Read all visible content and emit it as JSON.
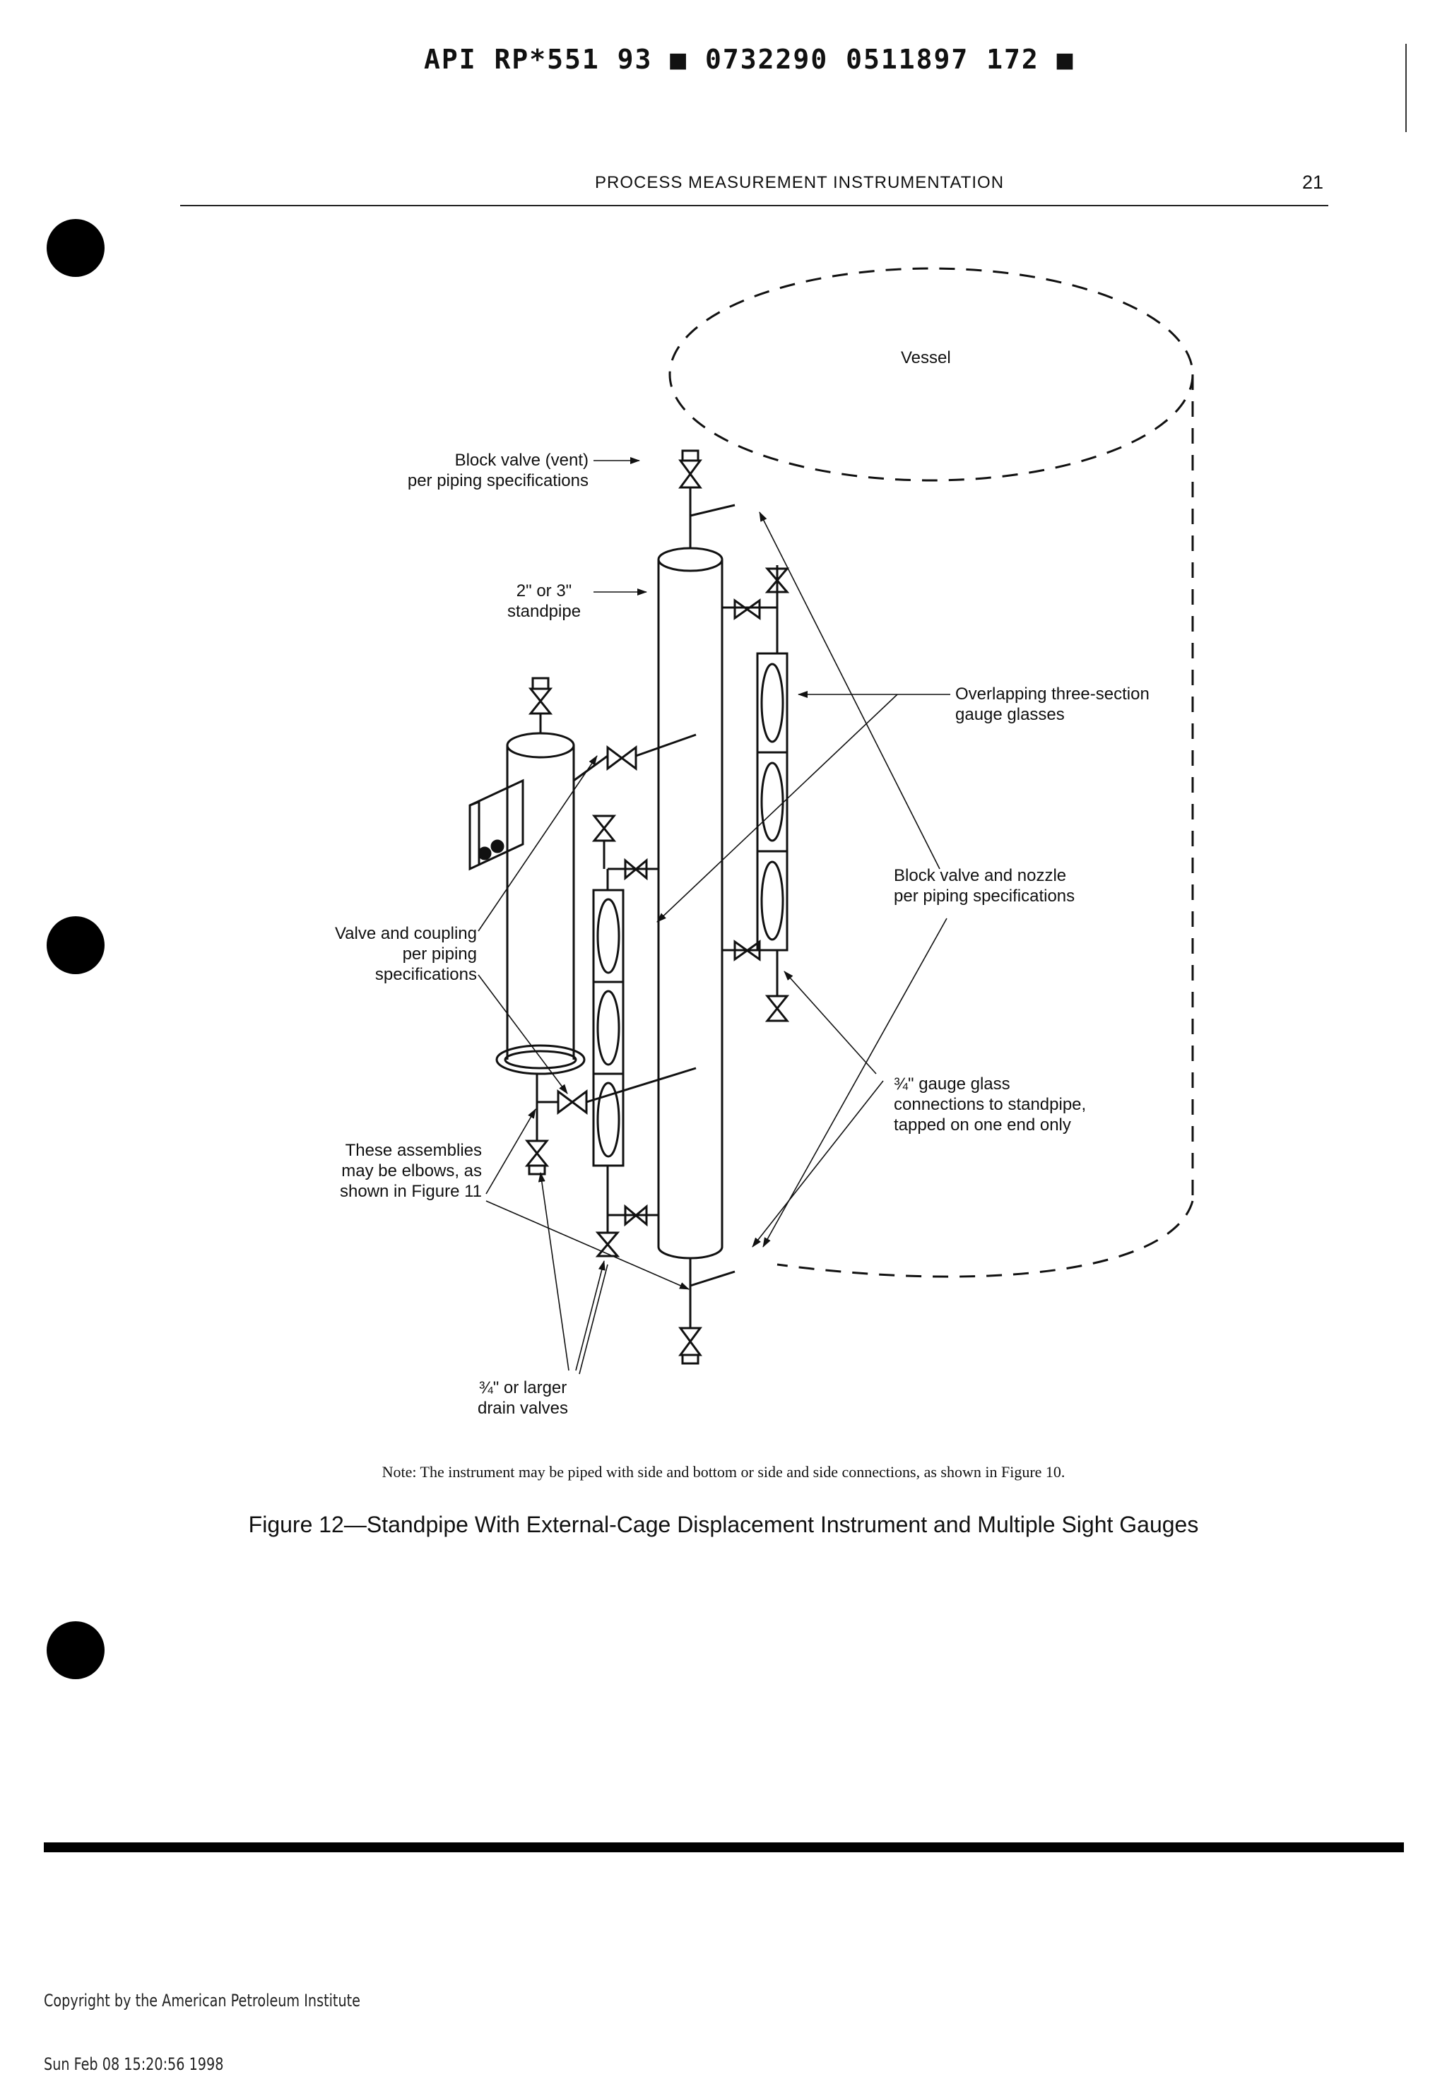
{
  "header": {
    "code_line": "API RP*551 93 ■ 0732290 0511897 172 ■",
    "running_title": "PROCESS MEASUREMENT INSTRUMENTATION",
    "page_number": "21"
  },
  "figure": {
    "labels": {
      "vessel": "Vessel",
      "block_valve_vent_1": "Block valve (vent)",
      "block_valve_vent_2": "per piping specifications",
      "standpipe_1": "2\" or 3\"",
      "standpipe_2": "standpipe",
      "gauge_glasses_1": "Overlapping three-section",
      "gauge_glasses_2": "gauge glasses",
      "block_valve_nozzle_1": "Block valve and nozzle",
      "block_valve_nozzle_2": "per piping specifications",
      "valve_coupling_1": "Valve and coupling",
      "valve_coupling_2": "per piping",
      "valve_coupling_3": "specifications",
      "gauge_connections_1": "¾\" gauge glass",
      "gauge_connections_2": "connections to standpipe,",
      "gauge_connections_3": "tapped on one end only",
      "assemblies_1": "These assemblies",
      "assemblies_2": "may be elbows, as",
      "assemblies_3": "shown in Figure 11",
      "drain_valves_1": "¾\" or larger",
      "drain_valves_2": "drain valves"
    },
    "note": "Note: The instrument may be piped with side and bottom or side and side connections, as shown in Figure 10.",
    "caption": "Figure 12—Standpipe With External-Cage Displacement Instrument and Multiple Sight Gauges"
  },
  "footer": {
    "copyright_line_1": "Copyright by the American Petroleum Institute",
    "copyright_line_2": "Sun Feb 08 15:20:56 1998"
  }
}
